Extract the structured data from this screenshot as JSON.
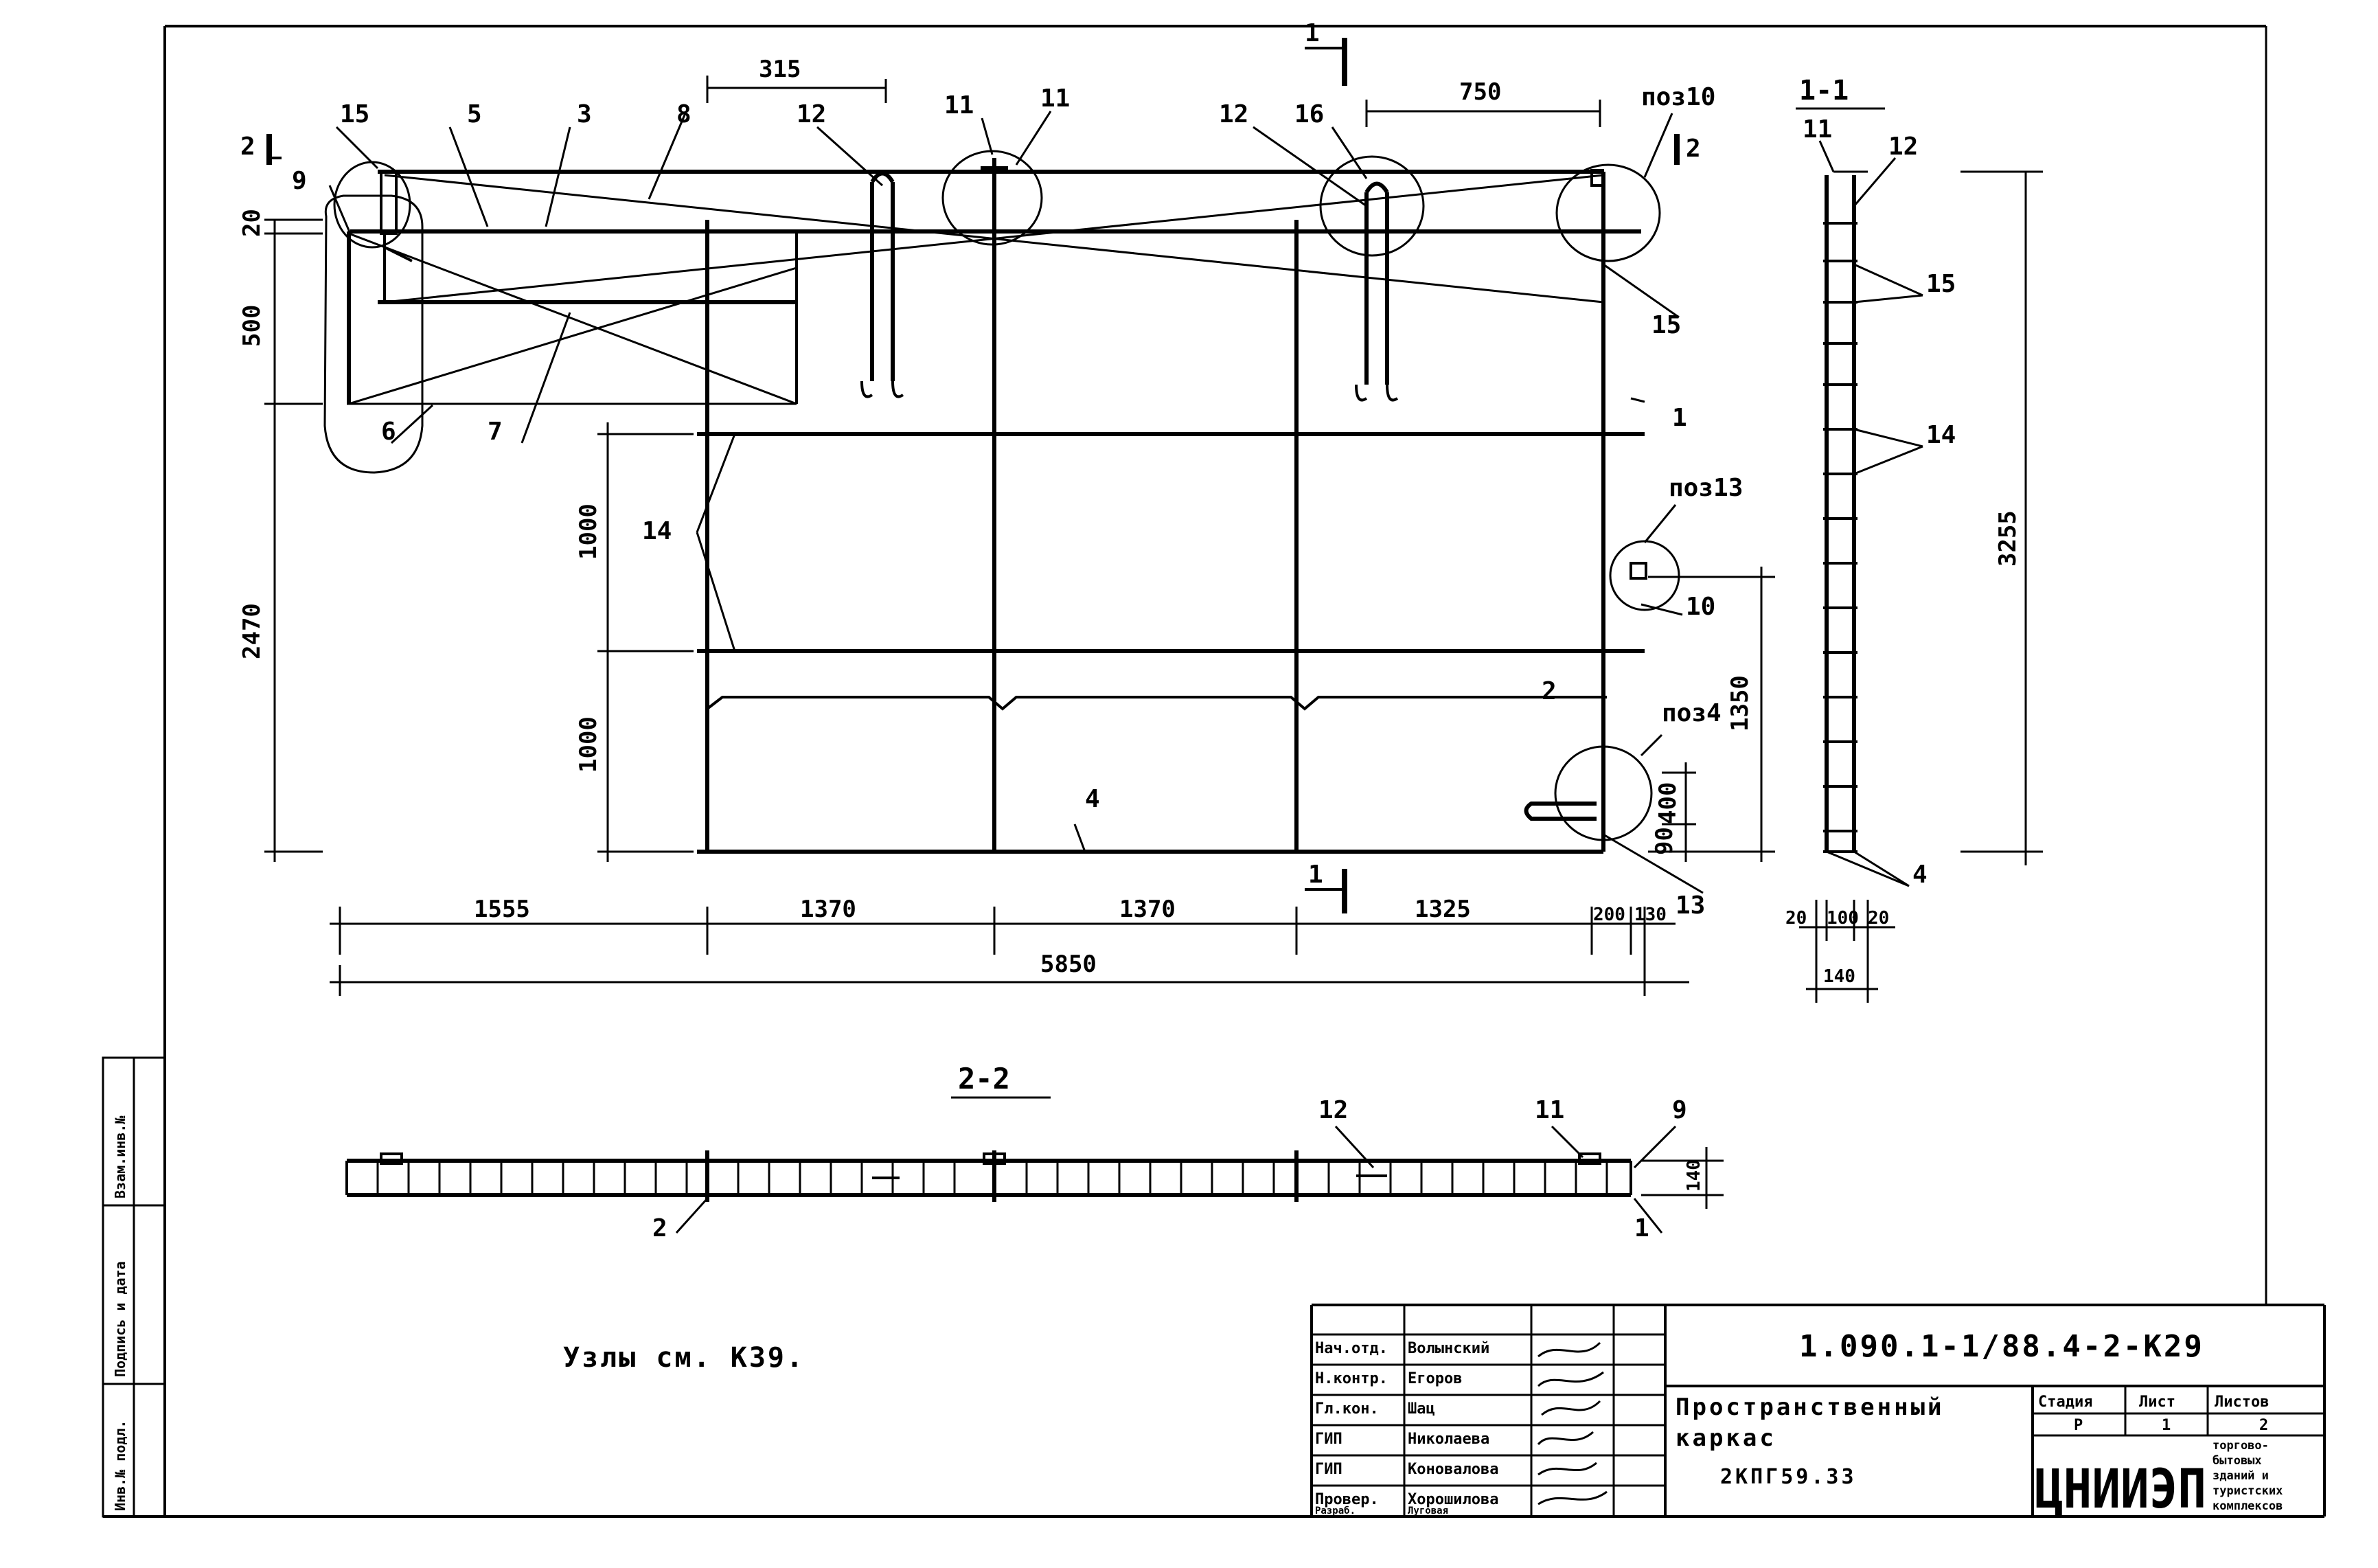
{
  "drawing": {
    "section_1_1": "1-1",
    "section_2_2": "2-2",
    "section_marker": "1",
    "section_marker_2": "2",
    "note": "Узлы см. К39.",
    "positions": [
      "1",
      "2",
      "3",
      "4",
      "5",
      "6",
      "7",
      "8",
      "9",
      "10",
      "11",
      "12",
      "13",
      "14",
      "15",
      "16"
    ],
    "pos_10_callout": "поз10",
    "pos_13_callout": "поз13",
    "pos_4_callout": "поз4",
    "dims_top": {
      "d315": "315",
      "d750": "750"
    },
    "dims_left": {
      "d20": "20",
      "d500": "500",
      "d2470": "2470",
      "d1000a": "1000",
      "d1000b": "1000"
    },
    "dims_right": {
      "d1350": "1350",
      "d400": "400",
      "d90": "90",
      "d3255": "3255"
    },
    "dims_bottom": {
      "d1555": "1555",
      "d1370a": "1370",
      "d1370b": "1370",
      "d1325": "1325",
      "d200": "200",
      "d130": "130",
      "d5850": "5850"
    },
    "dims_section": {
      "d20a": "20",
      "d100": "100",
      "d20b": "20",
      "d140": "140",
      "d140v": "140"
    }
  },
  "title_block": {
    "designation": "1.090.1-1/88.4-2-К29",
    "title_line1": "Пространственный",
    "title_line2": "каркас",
    "mark": "2КПГ59.33",
    "stage_header": "Стадия",
    "sheet_header": "Лист",
    "sheets_header": "Листов",
    "stage": "Р",
    "sheet": "1",
    "sheets": "2",
    "org_logo": "ЦНИИЭП",
    "org_line1": "торгово-",
    "org_line2": "бытовых",
    "org_line3": "зданий и",
    "org_line4": "туристских",
    "org_line5": "комплексов",
    "roles": [
      {
        "role": "Нач.отд.",
        "name": "Волынский"
      },
      {
        "role": "Н.контр.",
        "name": "Егоров"
      },
      {
        "role": "Гл.кон.",
        "name": "Шац"
      },
      {
        "role": "ГИП",
        "name": "Николаева"
      },
      {
        "role": "ГИП",
        "name": "Коновалова"
      },
      {
        "role": "Провер.",
        "name": "Хорошилова"
      },
      {
        "role": "Разраб.",
        "name": "Луговая"
      }
    ]
  },
  "side_stamp": {
    "col1": "Инв.№ подл.",
    "col2": "Подпись и дата",
    "col3": "Взам.инв.№"
  }
}
